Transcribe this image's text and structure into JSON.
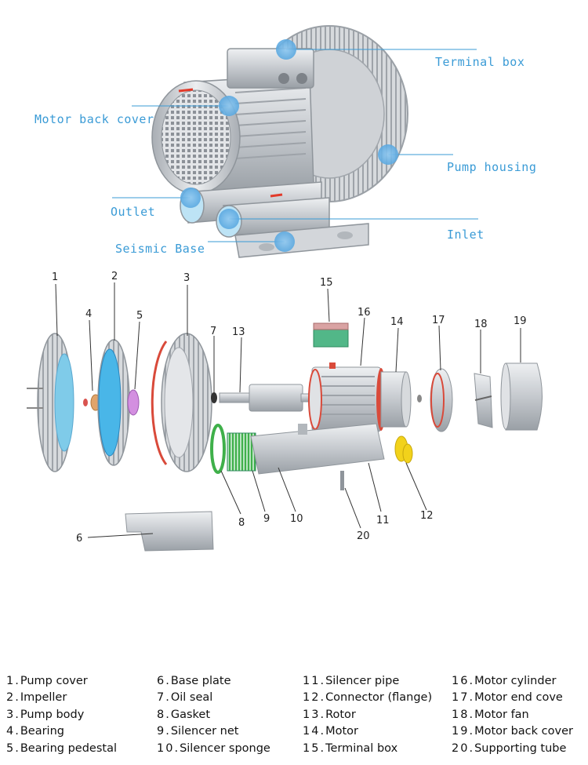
{
  "callouts": {
    "terminal_box": "Terminal box",
    "motor_back_cover": "Motor back cover",
    "pump_housing": "Pump housing",
    "outlet": "Outlet",
    "inlet": "Inlet",
    "seismic_base": "Seismic Base"
  },
  "part_numbers": [
    "1",
    "2",
    "3",
    "4",
    "5",
    "6",
    "7",
    "8",
    "9",
    "10",
    "11",
    "12",
    "13",
    "14",
    "15",
    "16",
    "17",
    "18",
    "19",
    "20"
  ],
  "legend": {
    "col1": [
      {
        "num": "1.",
        "label": "Pump cover"
      },
      {
        "num": "2.",
        "label": "Impeller"
      },
      {
        "num": "3.",
        "label": "Pump body"
      },
      {
        "num": "4.",
        "label": "Bearing"
      },
      {
        "num": "5.",
        "label": "Bearing pedestal"
      }
    ],
    "col2": [
      {
        "num": "6.",
        "label": "Base plate"
      },
      {
        "num": "7.",
        "label": "Oil seal"
      },
      {
        "num": "8.",
        "label": "Gasket"
      },
      {
        "num": "9.",
        "label": "Silencer net"
      },
      {
        "num": "10.",
        "label": "Silencer sponge"
      }
    ],
    "col3": [
      {
        "num": "11.",
        "label": "Silencer pipe"
      },
      {
        "num": "12.",
        "label": "Connector (flange)"
      },
      {
        "num": "13.",
        "label": "Rotor"
      },
      {
        "num": "14.",
        "label": "Motor"
      },
      {
        "num": "15.",
        "label": "Terminal box"
      }
    ],
    "col4": [
      {
        "num": "16.",
        "label": "Motor cylinder"
      },
      {
        "num": "17.",
        "label": "Motor end cove"
      },
      {
        "num": "18.",
        "label": "Motor fan"
      },
      {
        "num": "19.",
        "label": "Motor back cover"
      },
      {
        "num": "20.",
        "label": "Supporting tube"
      }
    ]
  },
  "colors": {
    "callout_text": "#3a9bd6",
    "callout_dot": "#6fb4e6",
    "metal": "#c9ccd0",
    "impeller_blue": "#49b6e8",
    "gasket_green": "#3fb04a",
    "connector_yellow": "#f2d21b",
    "body_red": "#d94a3a"
  }
}
